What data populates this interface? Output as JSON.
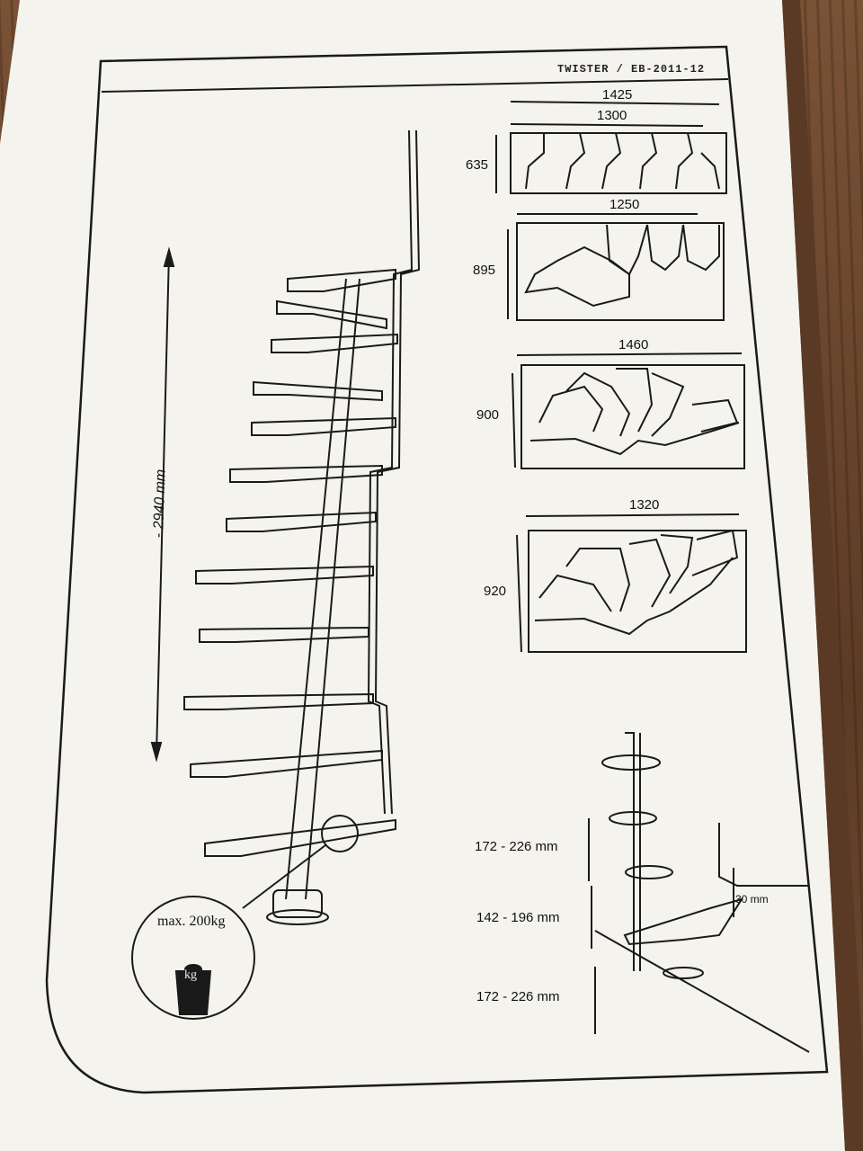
{
  "header": {
    "code": "TWISTER / EB-2011-12"
  },
  "staircase": {
    "height_label": "- 2940 mm",
    "max_load_label": "max. 200kg",
    "weight_unit": "kg"
  },
  "footprints": [
    {
      "outer_width": "1425",
      "inner_width": "1300",
      "depth": "635"
    },
    {
      "width": "1250",
      "depth": "895"
    },
    {
      "width": "1460",
      "depth": "900"
    },
    {
      "width": "1320",
      "depth": "920"
    }
  ],
  "detail": {
    "spacing_top": "172 - 226 mm",
    "spacing_mid": "142 - 196 mm",
    "spacing_bottom": "172 - 226 mm",
    "tread_thickness": "30 mm"
  },
  "colors": {
    "paper": "#f4f3ee",
    "ink": "#1a1a1a",
    "wood": "#6b4a33"
  }
}
